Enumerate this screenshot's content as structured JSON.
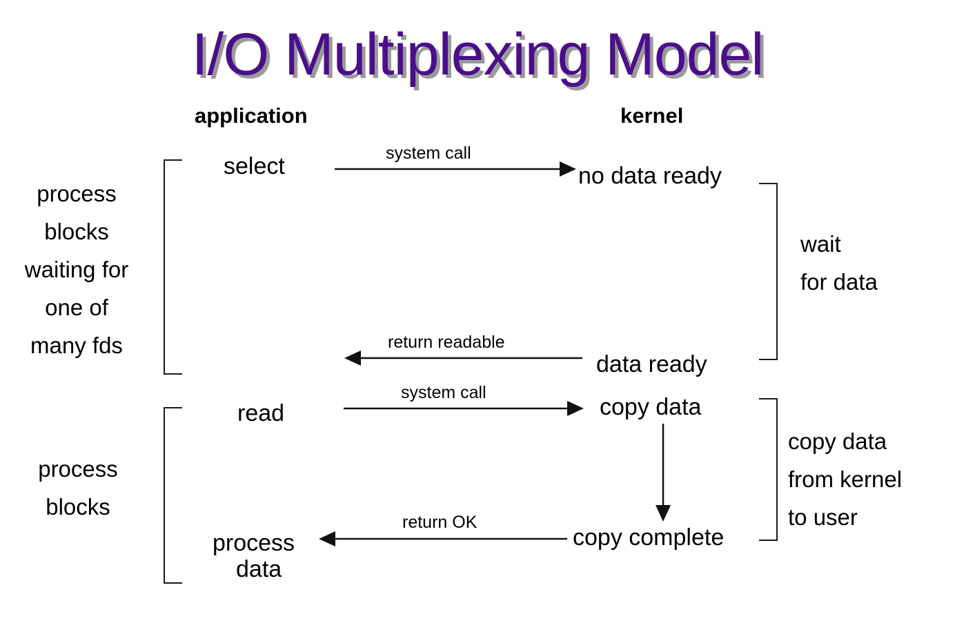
{
  "slide": {
    "title": "I/O Multiplexing Model",
    "title_color": "#4B0D8C",
    "title_shadow_color": "#9A9A9A",
    "background_color": "#FFFFFF",
    "text_color": "#000000"
  },
  "columns": {
    "application_header": "application",
    "kernel_header": "kernel"
  },
  "application_nodes": {
    "select": "select",
    "read": "read",
    "process": "process",
    "data": "data"
  },
  "kernel_nodes": {
    "no_data_ready": "no data ready",
    "data_ready": "data ready",
    "copy_data": "copy data",
    "copy_complete": "copy complete"
  },
  "arrows": [
    {
      "id": "arrow-system-call-select",
      "caption": "system call",
      "direction": "right"
    },
    {
      "id": "arrow-return-readable",
      "caption": "return readable",
      "direction": "left"
    },
    {
      "id": "arrow-system-call-read",
      "caption": "system call",
      "direction": "right"
    },
    {
      "id": "arrow-return-ok",
      "caption": "return OK",
      "direction": "left"
    },
    {
      "id": "arrow-copy-progress",
      "caption": "",
      "direction": "down"
    }
  ],
  "annotations": {
    "left_top": "process blocks waiting for one of many fds",
    "left_top_lines": [
      "process",
      "blocks",
      "waiting for",
      "one of",
      "many fds"
    ],
    "left_bottom": "process blocks",
    "left_bottom_lines": [
      "process",
      "blocks"
    ],
    "right_top": "wait for data",
    "right_top_lines": [
      "wait",
      "for data"
    ],
    "right_bottom": "copy data from kernel to user",
    "right_bottom_lines": [
      "copy data",
      "from kernel",
      "to user"
    ]
  },
  "brackets": [
    {
      "id": "bracket-left-wait",
      "side": "left"
    },
    {
      "id": "bracket-left-copy",
      "side": "left"
    },
    {
      "id": "bracket-right-wait",
      "side": "right"
    },
    {
      "id": "bracket-right-copy",
      "side": "right"
    }
  ]
}
